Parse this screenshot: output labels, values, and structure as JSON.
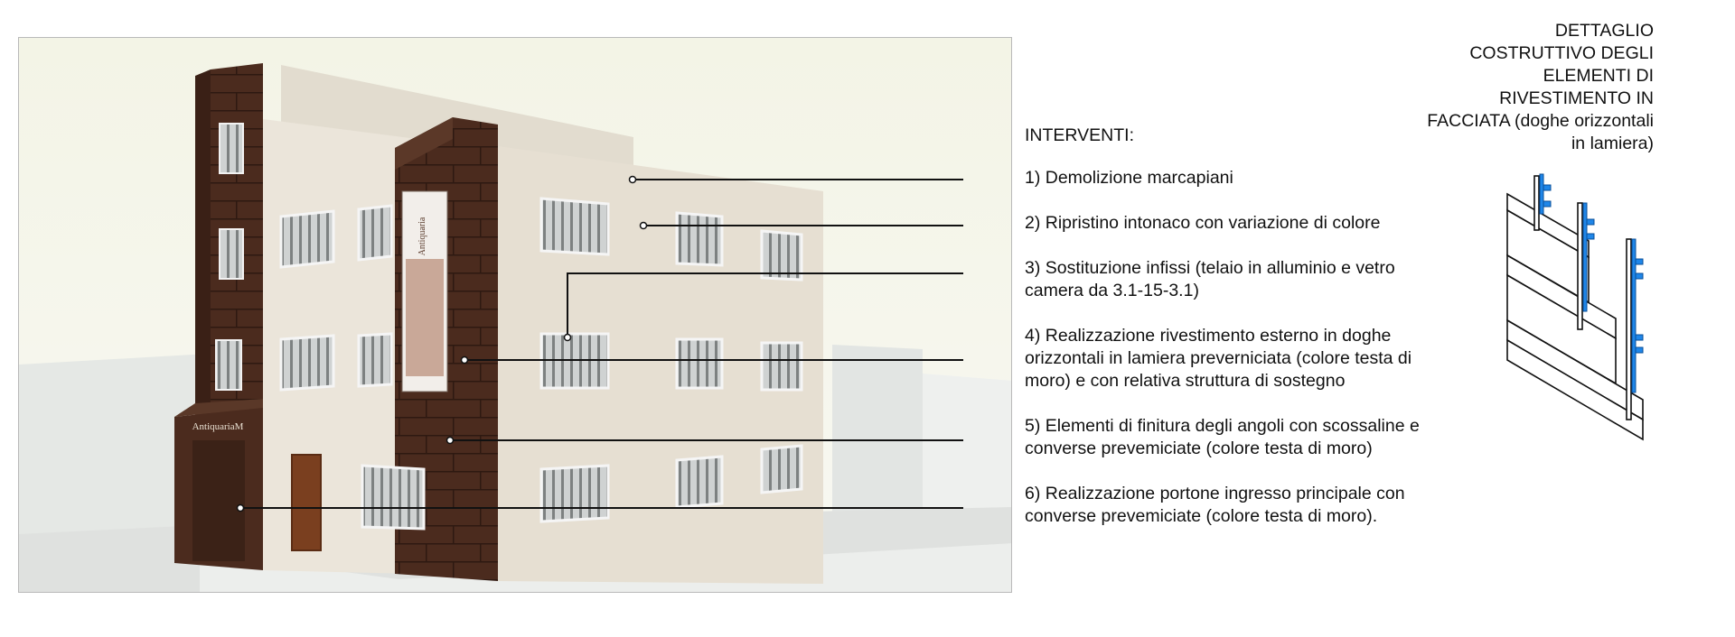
{
  "interventi": {
    "heading": "INTERVENTI:",
    "items": [
      "1) Demolizione marcapiani",
      "2) Ripristino intonaco con variazione di colore",
      "3) Sostituzione infissi (telaio in alluminio e vetro\ncamera da 3.1-15-3.1)",
      "4) Realizzazione rivestimento esterno in doghe\norizzontali in lamiera preverniciata (colore testa di\nmoro) e con relativa struttura di sostegno",
      "5) Elementi di finitura degli angoli con scossaline e\nconverse prevemiciate (colore testa di moro)",
      "6) Realizzazione portone ingresso principale con\nconverse prevemiciate (colore testa di moro)."
    ]
  },
  "detail": {
    "title": "DETTAGLIO\nCOSTRUTTIVO DEGLI\nELEMENTI DI\nRIVESTIMENTO IN\nFACCIATA (doghe orizzontali\nin lamiera)"
  },
  "signage": {
    "shop_sign": "AntiquariaM",
    "banner": "Antiquaria"
  },
  "colors": {
    "cladding": "#4a2a1d",
    "plaster": "#e9e2d6",
    "bracket": "#1f86e8",
    "sky": "#f4f5e8"
  }
}
